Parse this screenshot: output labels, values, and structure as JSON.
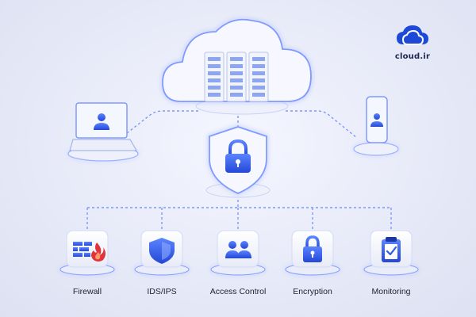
{
  "brand": {
    "name": "cloud.ir",
    "logo_icon": "cloud-logo-icon"
  },
  "colors": {
    "accent": "#2f5be8",
    "glow": "#6f8dff",
    "panel": "#f3f5fc",
    "ink": "#1e2235"
  },
  "nodes": {
    "server": {
      "icon": "server-rack-icon"
    },
    "laptop": {
      "icon": "user-icon"
    },
    "phone": {
      "icon": "user-icon"
    },
    "shield": {
      "icon": "lock-icon"
    }
  },
  "modules": [
    {
      "label": "Firewall",
      "icon": "firewall-icon"
    },
    {
      "label": "IDS/IPS",
      "icon": "shield-icon"
    },
    {
      "label": "Access Control",
      "icon": "users-icon"
    },
    {
      "label": "Encryption",
      "icon": "lock-icon"
    },
    {
      "label": "Monitoring",
      "icon": "clipboard-check-icon"
    }
  ]
}
